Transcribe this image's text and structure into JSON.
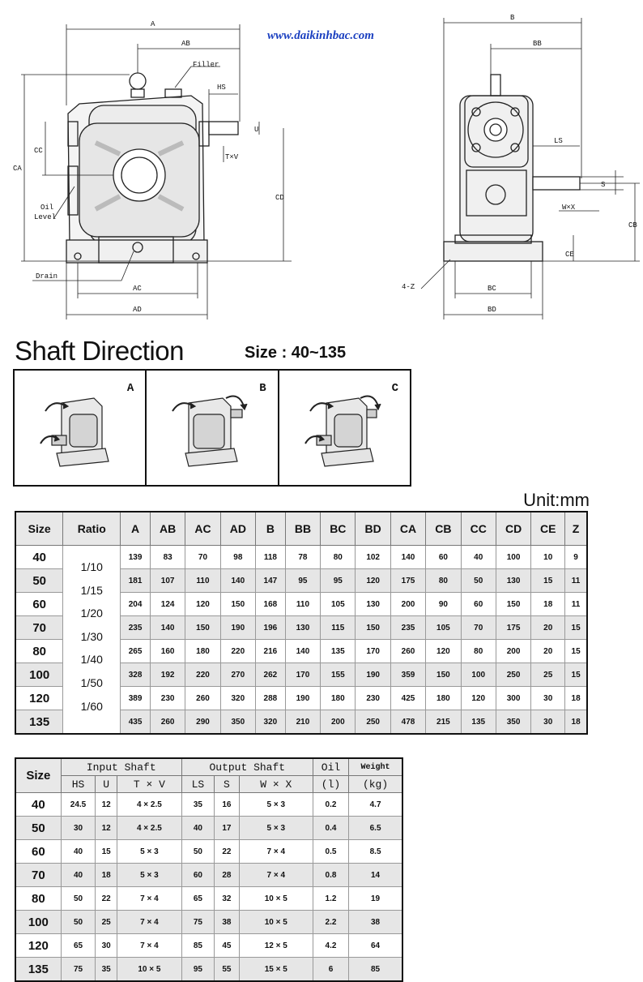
{
  "drawing": {
    "website": "www.daikinhbac.com",
    "labels": {
      "A": "A",
      "AB": "AB",
      "Filler": "Filler",
      "HS": "HS",
      "U": "U",
      "TxV": "T×V",
      "CA": "CA",
      "CC": "CC",
      "CD": "CD",
      "Oil": "Oil",
      "Level": "Level",
      "Drain": "Drain",
      "AC": "AC",
      "AD": "AD",
      "B": "B",
      "BB": "BB",
      "LS": "LS",
      "S": "S",
      "WxX": "W×X",
      "CB": "CB",
      "CE": "CE",
      "FourZ": "4-Z",
      "BC": "BC",
      "BD": "BD"
    }
  },
  "shaft_direction": {
    "title": "Shaft Direction",
    "size_label": "Size : 40~135",
    "options": [
      "A",
      "B",
      "C"
    ]
  },
  "unit": "Unit:mm",
  "dimension_table": {
    "headers": [
      "Size",
      "Ratio",
      "A",
      "AB",
      "AC",
      "AD",
      "B",
      "BB",
      "BC",
      "BD",
      "CA",
      "CB",
      "CC",
      "CD",
      "CE",
      "Z"
    ],
    "ratios": [
      "1/10",
      "1/15",
      "1/20",
      "1/30",
      "1/40",
      "1/50",
      "1/60"
    ],
    "rows": [
      [
        "40",
        "139",
        "83",
        "70",
        "98",
        "118",
        "78",
        "80",
        "102",
        "140",
        "60",
        "40",
        "100",
        "10",
        "9"
      ],
      [
        "50",
        "181",
        "107",
        "110",
        "140",
        "147",
        "95",
        "95",
        "120",
        "175",
        "80",
        "50",
        "130",
        "15",
        "11"
      ],
      [
        "60",
        "204",
        "124",
        "120",
        "150",
        "168",
        "110",
        "105",
        "130",
        "200",
        "90",
        "60",
        "150",
        "18",
        "11"
      ],
      [
        "70",
        "235",
        "140",
        "150",
        "190",
        "196",
        "130",
        "115",
        "150",
        "235",
        "105",
        "70",
        "175",
        "20",
        "15"
      ],
      [
        "80",
        "265",
        "160",
        "180",
        "220",
        "216",
        "140",
        "135",
        "170",
        "260",
        "120",
        "80",
        "200",
        "20",
        "15"
      ],
      [
        "100",
        "328",
        "192",
        "220",
        "270",
        "262",
        "170",
        "155",
        "190",
        "359",
        "150",
        "100",
        "250",
        "25",
        "15"
      ],
      [
        "120",
        "389",
        "230",
        "260",
        "320",
        "288",
        "190",
        "180",
        "230",
        "425",
        "180",
        "120",
        "300",
        "30",
        "18"
      ],
      [
        "135",
        "435",
        "260",
        "290",
        "350",
        "320",
        "210",
        "200",
        "250",
        "478",
        "215",
        "135",
        "350",
        "30",
        "18"
      ]
    ]
  },
  "shaft_table": {
    "size_header": "Size",
    "input_group": "Input Shaft",
    "output_group": "Output Shaft",
    "oil_header": [
      "Oil",
      "(l)"
    ],
    "weight_header": [
      "Weight",
      "(kg)"
    ],
    "sub_headers": [
      "HS",
      "U",
      "T × V",
      "LS",
      "S",
      "W × X"
    ],
    "rows": [
      [
        "40",
        "24.5",
        "12",
        "4 × 2.5",
        "35",
        "16",
        "5 × 3",
        "0.2",
        "4.7"
      ],
      [
        "50",
        "30",
        "12",
        "4 × 2.5",
        "40",
        "17",
        "5 × 3",
        "0.4",
        "6.5"
      ],
      [
        "60",
        "40",
        "15",
        "5 × 3",
        "50",
        "22",
        "7 × 4",
        "0.5",
        "8.5"
      ],
      [
        "70",
        "40",
        "18",
        "5 × 3",
        "60",
        "28",
        "7 × 4",
        "0.8",
        "14"
      ],
      [
        "80",
        "50",
        "22",
        "7 × 4",
        "65",
        "32",
        "10 × 5",
        "1.2",
        "19"
      ],
      [
        "100",
        "50",
        "25",
        "7 × 4",
        "75",
        "38",
        "10 × 5",
        "2.2",
        "38"
      ],
      [
        "120",
        "65",
        "30",
        "7 × 4",
        "85",
        "45",
        "12 × 5",
        "4.2",
        "64"
      ],
      [
        "135",
        "75",
        "35",
        "10 × 5",
        "95",
        "55",
        "15 × 5",
        "6",
        "85"
      ]
    ]
  }
}
